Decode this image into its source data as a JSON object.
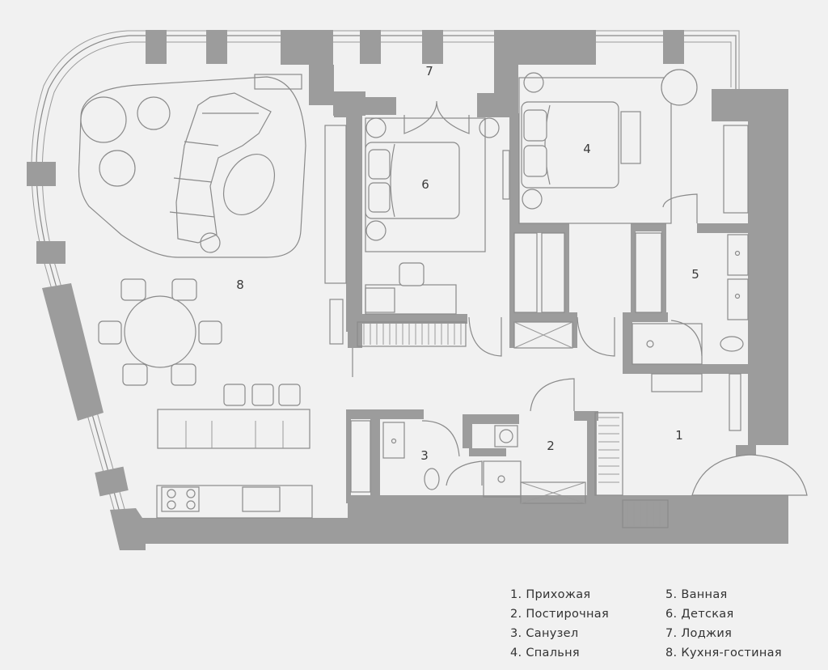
{
  "rooms": [
    {
      "number": "1"
    },
    {
      "number": "2"
    },
    {
      "number": "3"
    },
    {
      "number": "4"
    },
    {
      "number": "5"
    },
    {
      "number": "6"
    },
    {
      "number": "7"
    },
    {
      "number": "8"
    }
  ],
  "legend": {
    "left": [
      "1. Прихожая",
      "2. Постирочная",
      "3. Санузел",
      "4. Спальня"
    ],
    "right": [
      "5. Ванная",
      "6. Детская",
      "7. Лоджия",
      "8. Кухня-гостиная"
    ]
  },
  "colors": {
    "background": "#f1f1f1",
    "walls": "#9c9c9c",
    "lines": "#8a8a8a"
  }
}
